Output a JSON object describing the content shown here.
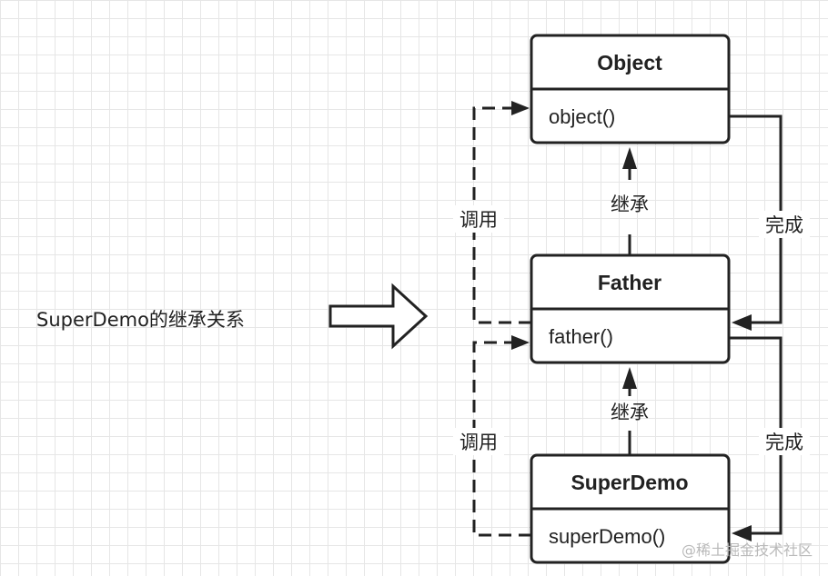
{
  "caption": "SuperDemo的继承关系",
  "classes": [
    {
      "name": "Object",
      "method": "object()"
    },
    {
      "name": "Father",
      "method": "father()"
    },
    {
      "name": "SuperDemo",
      "method": "superDemo()"
    }
  ],
  "edge_labels": {
    "inherit_father_object": "继承",
    "inherit_superdemo_father": "继承",
    "call_father_object": "调用",
    "call_superdemo_father": "调用",
    "complete_object_father": "完成",
    "complete_father_superdemo": "完成"
  },
  "watermark": "@稀土掘金技术社区"
}
